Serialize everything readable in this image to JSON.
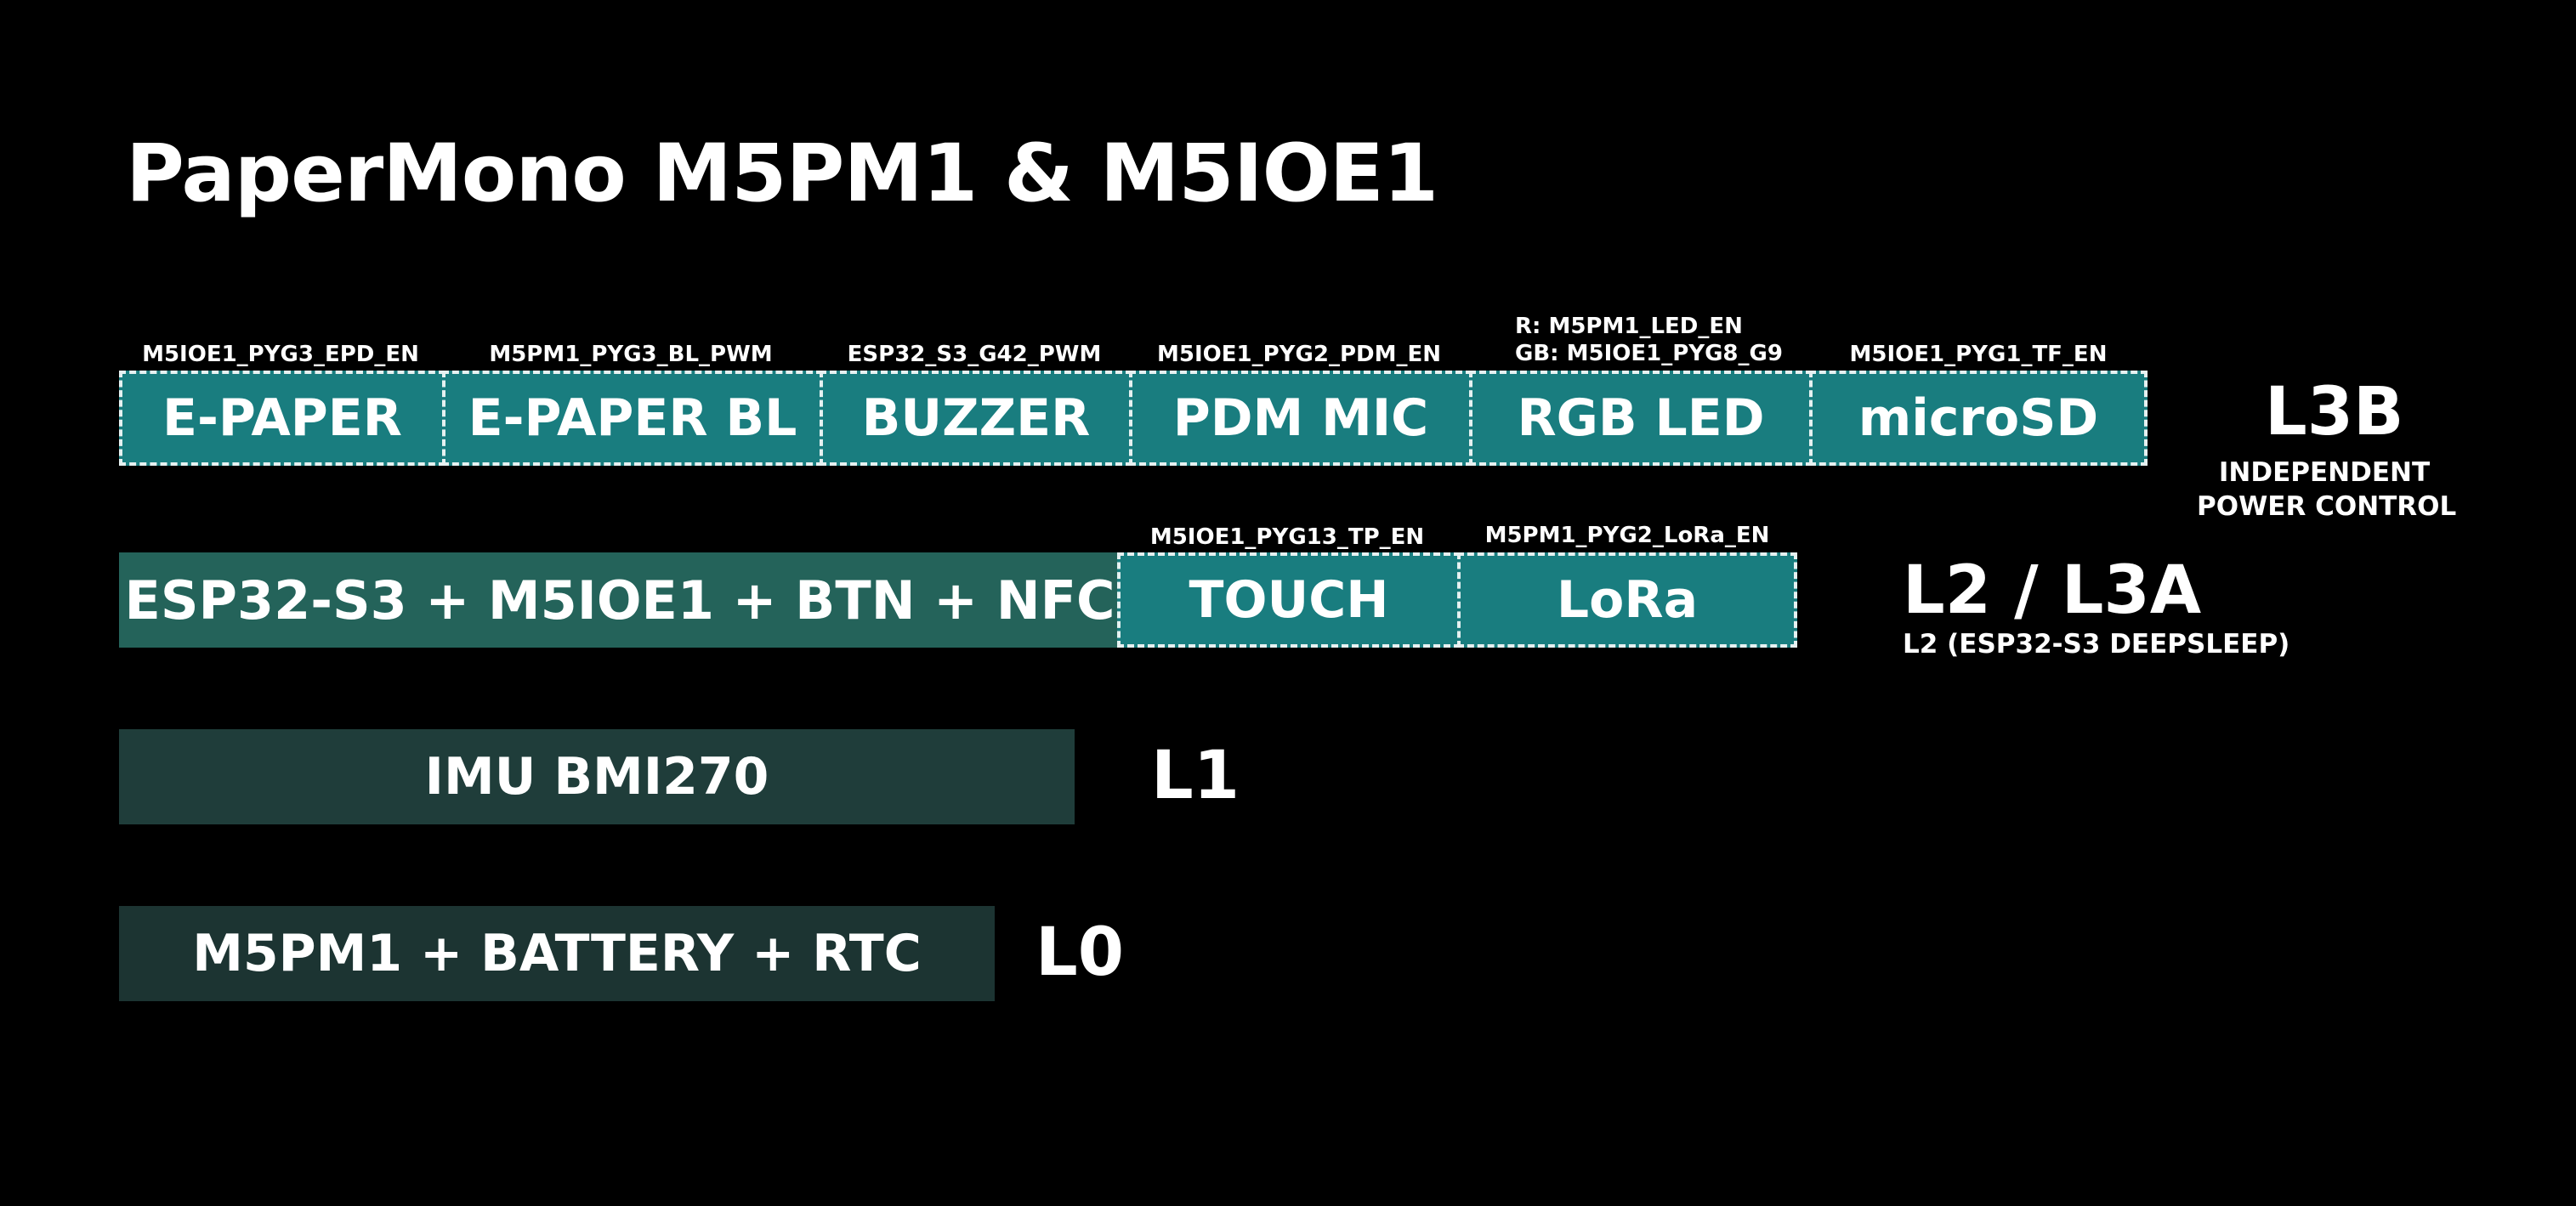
{
  "title": "PaperMono M5PM1 & M5IOE1",
  "colors": {
    "background": "#000000",
    "switched_block": "#197d7f",
    "l2_block": "#24635a",
    "l1_block": "#1f3d3a",
    "l0_block": "#1c3432"
  },
  "row_l3b": {
    "level": "L3B",
    "sublabel_line1": "INDEPENDENT",
    "sublabel_line2": "POWER CONTROL",
    "blocks": [
      {
        "label": "E-PAPER",
        "signal": "M5IOE1_PYG3_EPD_EN"
      },
      {
        "label": "E-PAPER BL",
        "signal": "M5PM1_PYG3_BL_PWM"
      },
      {
        "label": "BUZZER",
        "signal": "ESP32_S3_G42_PWM"
      },
      {
        "label": "PDM MIC",
        "signal": "M5IOE1_PYG2_PDM_EN"
      },
      {
        "label": "RGB LED",
        "signal_r": "R:   M5PM1_LED_EN",
        "signal_gb": "GB:  M5IOE1_PYG8_G9"
      },
      {
        "label": "microSD",
        "signal": "M5IOE1_PYG1_TF_EN"
      }
    ]
  },
  "row_l2": {
    "level": "L2 / L3A",
    "sublabel": "L2 (ESP32-S3 DEEPSLEEP)",
    "base_label": "ESP32-S3 + M5IOE1 + BTN + NFC",
    "blocks": [
      {
        "label": "TOUCH",
        "signal": "M5IOE1_PYG13_TP_EN"
      },
      {
        "label": "LoRa",
        "signal": "M5PM1_PYG2_LoRa_EN"
      }
    ]
  },
  "row_l1": {
    "level": "L1",
    "label": "IMU BMI270"
  },
  "row_l0": {
    "level": "L0",
    "label": "M5PM1 + BATTERY + RTC"
  }
}
